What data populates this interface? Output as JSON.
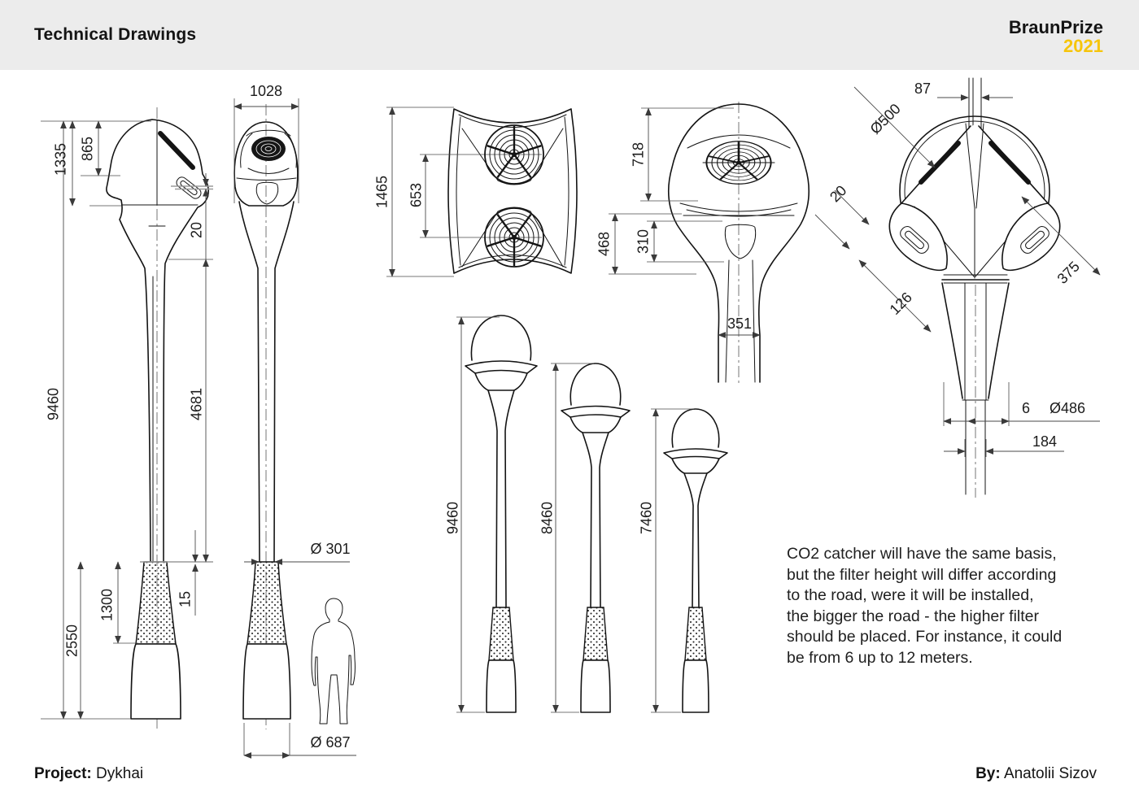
{
  "header": {
    "title": "Technical Drawings",
    "brand": "BraunPrize",
    "year": "2021"
  },
  "footer": {
    "project_label": "Project:",
    "project_value": "Dykhai",
    "by_label": "By:",
    "by_value": "Anatolii Sizov"
  },
  "note": {
    "lines": [
      "CO2 catcher will have the same basis,",
      "but the filter height will differ according",
      "to the road, were it will be installed,",
      "the bigger the road - the higher filter",
      "should be placed. For instance, it could",
      "be from 6 up to 12 meters."
    ]
  },
  "colors": {
    "accent_yellow": "#f6c50b",
    "header_bg": "#ececec",
    "line": "#141414"
  },
  "views": {
    "side": {
      "total_height": "9460",
      "head_height": "1335",
      "dome_height": "865",
      "visor_gap": "20",
      "pole_length": "4681",
      "base_height": "2550",
      "filter_height": "1300",
      "inset": "15"
    },
    "front": {
      "width": "1028",
      "pole_diameter": "Ø 301",
      "base_diameter": "Ø 687"
    },
    "top": {
      "length": "1465",
      "fan_spacing": "653"
    },
    "front_detail": {
      "head_height": "718",
      "collar_height": "468",
      "panel_height": "310",
      "pole_width": "351"
    },
    "rear_detail": {
      "tip_width": "87",
      "dome_diameter": "Ø500",
      "shell_thickness": "20",
      "rail_width": "126",
      "vent_length": "375",
      "wall": "6",
      "pole_outer_diameter": "Ø486",
      "pole_inner_width": "184"
    },
    "scale_variants": {
      "heights": [
        "9460",
        "8460",
        "7460"
      ]
    }
  }
}
